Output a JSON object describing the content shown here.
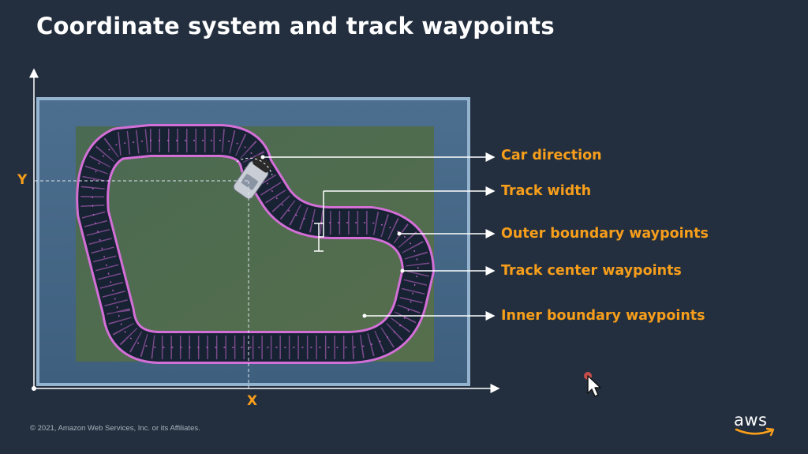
{
  "slide": {
    "title": "Coordinate system and track waypoints",
    "footer": "© 2021, Amazon Web Services, Inc. or its Affiliates."
  },
  "axes": {
    "x_label": "X",
    "y_label": "Y"
  },
  "callouts": [
    {
      "label": "Car direction"
    },
    {
      "label": "Track width"
    },
    {
      "label": "Outer boundary waypoints"
    },
    {
      "label": "Track center waypoints"
    },
    {
      "label": "Inner boundary waypoints"
    }
  ],
  "brand": {
    "logo_text": "aws",
    "logo_icon": "aws-smile-arrow-icon"
  },
  "colors": {
    "background": "#232f3e",
    "accent": "#f79e1b",
    "track_surface": "#172233",
    "track_boundary": "#d46fd8",
    "grass": "#4e6a52",
    "frame": "#8fb0cc"
  }
}
